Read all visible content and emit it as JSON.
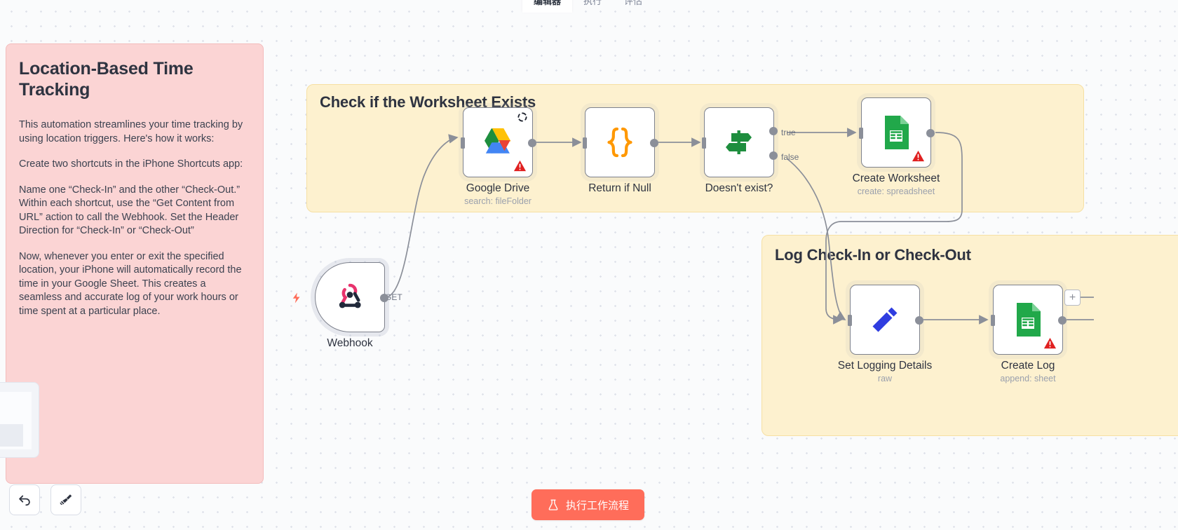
{
  "tabs": [
    {
      "label": "编辑器",
      "active": true
    },
    {
      "label": "执行",
      "active": false
    },
    {
      "label": "评估",
      "active": false
    }
  ],
  "sticky_note": {
    "title": "Location-Based Time Tracking",
    "paragraphs": [
      "This automation streamlines your time tracking by using location triggers. Here's how it works:",
      "Create two shortcuts in the iPhone Shortcuts app:",
      "Name one “Check-In” and the other “Check-Out.” Within each shortcut, use the “Get Content from URL” action to call the Webhook. Set the Header Direction for “Check-In” or “Check-Out”",
      "Now, whenever you enter or exit the specified location, your iPhone will automatically record the time in your Google Sheet. This creates a seamless and accurate log of your work hours or time spent at a particular place."
    ],
    "background_color": "#fbd4d4"
  },
  "groups": [
    {
      "id": "check",
      "title": "Check if the Worksheet Exists",
      "color": "#fdf1cf"
    },
    {
      "id": "log",
      "title": "Log Check-In or Check-Out",
      "color": "#fdf1cf"
    }
  ],
  "nodes": [
    {
      "id": "webhook",
      "title": "Webhook",
      "subtitle": "",
      "icon": "webhook-icon",
      "type": "trigger",
      "output_label": "GET"
    },
    {
      "id": "google-drive",
      "title": "Google Drive",
      "subtitle": "search: fileFolder",
      "icon": "google-drive-icon",
      "type": "action",
      "has_warning": true,
      "has_spinner": true
    },
    {
      "id": "return-if-null",
      "title": "Return if Null",
      "subtitle": "",
      "icon": "code-braces-icon",
      "type": "action",
      "has_warning": false
    },
    {
      "id": "doesnt-exist",
      "title": "Doesn't exist?",
      "subtitle": "",
      "icon": "signpost-icon",
      "type": "if",
      "has_warning": false,
      "outputs": [
        "true",
        "false"
      ]
    },
    {
      "id": "create-worksheet",
      "title": "Create Worksheet",
      "subtitle": "create: spreadsheet",
      "icon": "google-sheets-icon",
      "type": "action",
      "has_warning": true
    },
    {
      "id": "set-logging-details",
      "title": "Set Logging Details",
      "subtitle": "raw",
      "icon": "pencil-icon",
      "type": "action",
      "has_warning": false
    },
    {
      "id": "create-log",
      "title": "Create Log",
      "subtitle": "append: sheet",
      "icon": "google-sheets-icon",
      "type": "action",
      "has_warning": true
    }
  ],
  "edge_labels": {
    "get": "GET",
    "true": "true",
    "false": "false"
  },
  "canvas_controls": {
    "undo": "undo-icon",
    "tidy": "tidy-up-icon",
    "add_node": "+"
  },
  "execute": {
    "label": "执行工作流程",
    "icon": "flask-icon",
    "color": "#ff6d5a"
  }
}
